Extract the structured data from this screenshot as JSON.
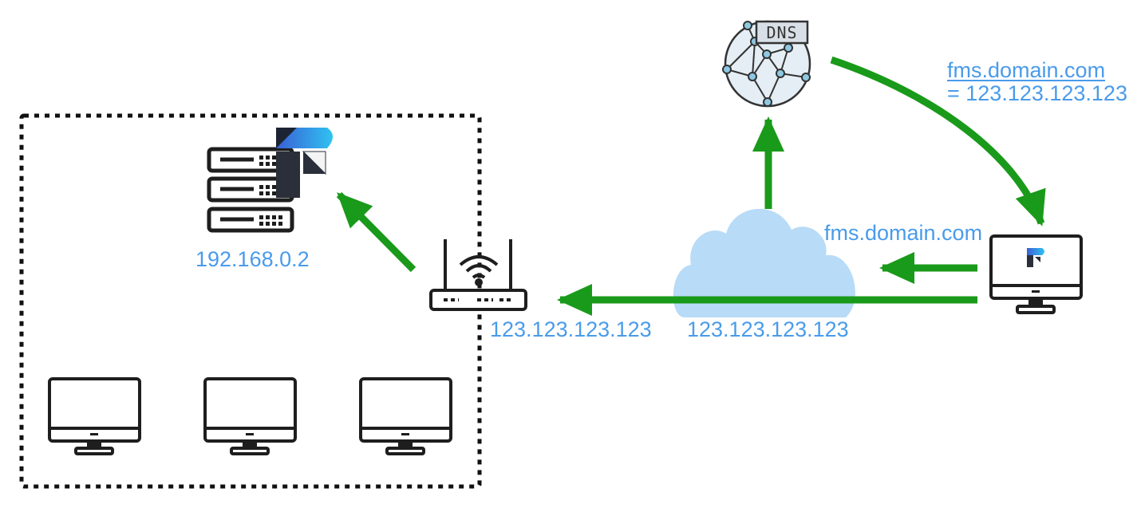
{
  "labels": {
    "server_ip": "192.168.0.2",
    "router_public_ip": "123.123.123.123",
    "internet_ip": "123.123.123.123",
    "client_request": "fms.domain.com",
    "dns_query": "fms.domain.com",
    "dns_answer": "= 123.123.123.123"
  },
  "dns_sign": "DNS",
  "colors": {
    "arrow": "#1a9a1a",
    "label": "#4a9bea",
    "cloud": "#b8dbf7",
    "device_stroke": "#1e1e1e",
    "dns_globe": "#e4eef4",
    "dns_node": "#8ec8e2"
  },
  "icons": [
    "server-icon",
    "filemaker-logo-icon",
    "router-icon",
    "wifi-icon",
    "cloud-icon",
    "dns-globe-icon",
    "client-monitor-icon",
    "workstation-monitor-icon"
  ]
}
